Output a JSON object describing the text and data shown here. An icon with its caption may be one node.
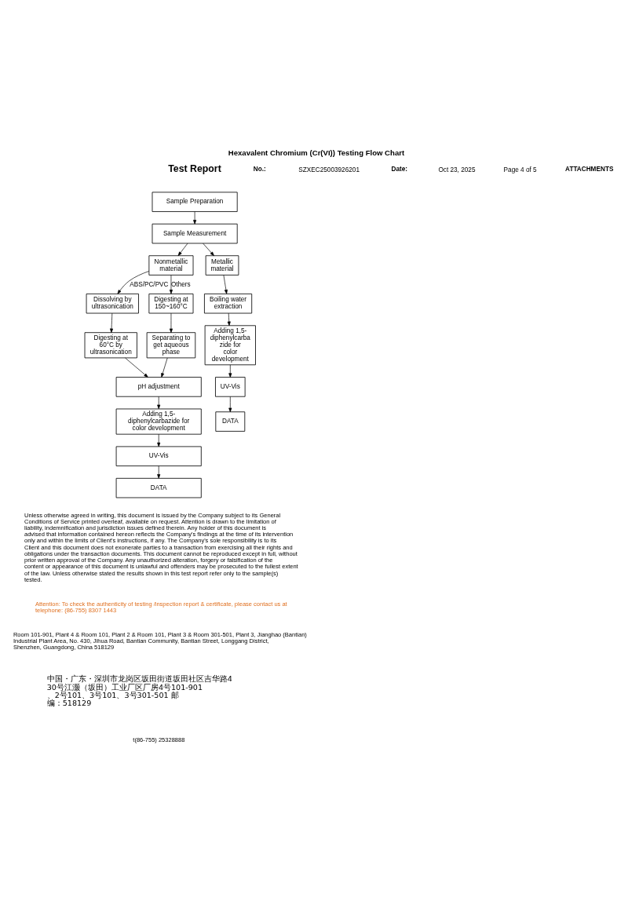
{
  "diagram": {
    "title": "Hexavalent Chromium (Cr(VI)) Testing Flow Chart",
    "nodes": [
      {
        "text": [
          "Sample Preparation"
        ]
      },
      {
        "text": [
          "Sample Measurement"
        ]
      },
      {
        "text": [
          "Nonmetallic material"
        ]
      },
      {
        "text": [
          "Metallic material"
        ]
      },
      {
        "text": [
          "Dissolving by ultrasonication"
        ]
      },
      {
        "text": [
          "Digesting at 150~160°C"
        ]
      },
      {
        "text": [
          "Boiling water extraction"
        ]
      },
      {
        "text": [
          "Digesting at 60°C by ultrasonication"
        ]
      },
      {
        "text": [
          "Separating to get aqueous phase"
        ]
      },
      {
        "text": [
          "Adding 1,5- diphenylcarba zide for color development"
        ]
      },
      {
        "text": [
          "pH adjustment"
        ]
      },
      {
        "text": [
          "Adding 1,5- diphenylcarbazide for color development"
        ]
      },
      {
        "text": [
          "UV-Vis"
        ]
      },
      {
        "text": [
          "UV-Vis"
        ]
      },
      {
        "text": [
          "DATA"
        ]
      },
      {
        "text": [
          "DATA"
        ]
      }
    ],
    "edges": [
      {
        "from": 0,
        "to": 1,
        "arrow": "to"
      },
      {
        "from": 1,
        "to": 2,
        "arrow": "to"
      },
      {
        "from": 1,
        "to": 3,
        "arrow": "to"
      },
      {
        "from": 2,
        "to": 4,
        "arrow": "to",
        "label": "ABS/PC/PVC"
      },
      {
        "from": 2,
        "to": 5,
        "arrow": "to",
        "label": "Others"
      },
      {
        "from": 3,
        "to": 6,
        "arrow": "to"
      },
      {
        "from": 4,
        "to": 7,
        "arrow": "to"
      },
      {
        "from": 5,
        "to": 8,
        "arrow": "to"
      },
      {
        "from": 6,
        "to": 9,
        "arrow": "to"
      },
      {
        "from": 7,
        "to": 10,
        "arrow": "to"
      },
      {
        "from": 8,
        "to": 10,
        "arrow": "to"
      },
      {
        "from": 9,
        "to": 12,
        "arrow": "to"
      },
      {
        "from": 10,
        "to": 11,
        "arrow": "to"
      },
      {
        "from": 11,
        "to": 13,
        "arrow": "to"
      },
      {
        "from": 12,
        "to": 14,
        "arrow": "to"
      },
      {
        "from": 13,
        "to": 15,
        "arrow": "to"
      }
    ],
    "labels": [
      "Test Report",
      "No.:",
      "SZXEC25003926201",
      "Date:",
      "Oct 23, 2025",
      "Page 4 of 5",
      "ATTACHMENTS",
      "Unless otherwise agreed in writing, this document is issued by the Company subject to its General Conditions of Service printed overleaf, available on request. Attention is drawn to the limitation of liability, indemnification and jurisdiction issues defined therein. Any holder of this document is advised that information contained hereon reflects the Company's findings at the time of its intervention only and within the limits of Client's instructions, if any. The Company's sole responsibility is to its Client and this document does not exonerate parties to a transaction from exercising all their rights and obligations under the transaction documents. This document cannot be reproduced except in full, without prior written approval of the Company. Any unauthorized alteration, forgery or falsification of the content or appearance of this document is unlawful and offenders may be prosecuted to the fullest extent of the law. Unless otherwise stated the results shown in this test report refer only to the sample(s) tested.",
      "Attention: To check the authenticity of testing /inspection report & certificate, please contact us at telephone: (86-755) 8307 1443",
      "Room 101-901, Plant 4 & Room 101, Plant 2 & Room 101, Plant 3 & Room 301-501, Plant 3, Jianghao (Bantian) Industrial Plant Area, No. 430, Jihua Road, Bantian Community, Bantian Street, Longgang District, Shenzhen, Guangdong, China 518129",
      "中国・广东・深圳市龙岗区坂田街道坂田社区吉华路430号江灏（坂田）工业厂区厂房4号101-901、2号101、3号101、3号301-501 邮编：518129",
      "t(86-755) 25328888"
    ]
  }
}
